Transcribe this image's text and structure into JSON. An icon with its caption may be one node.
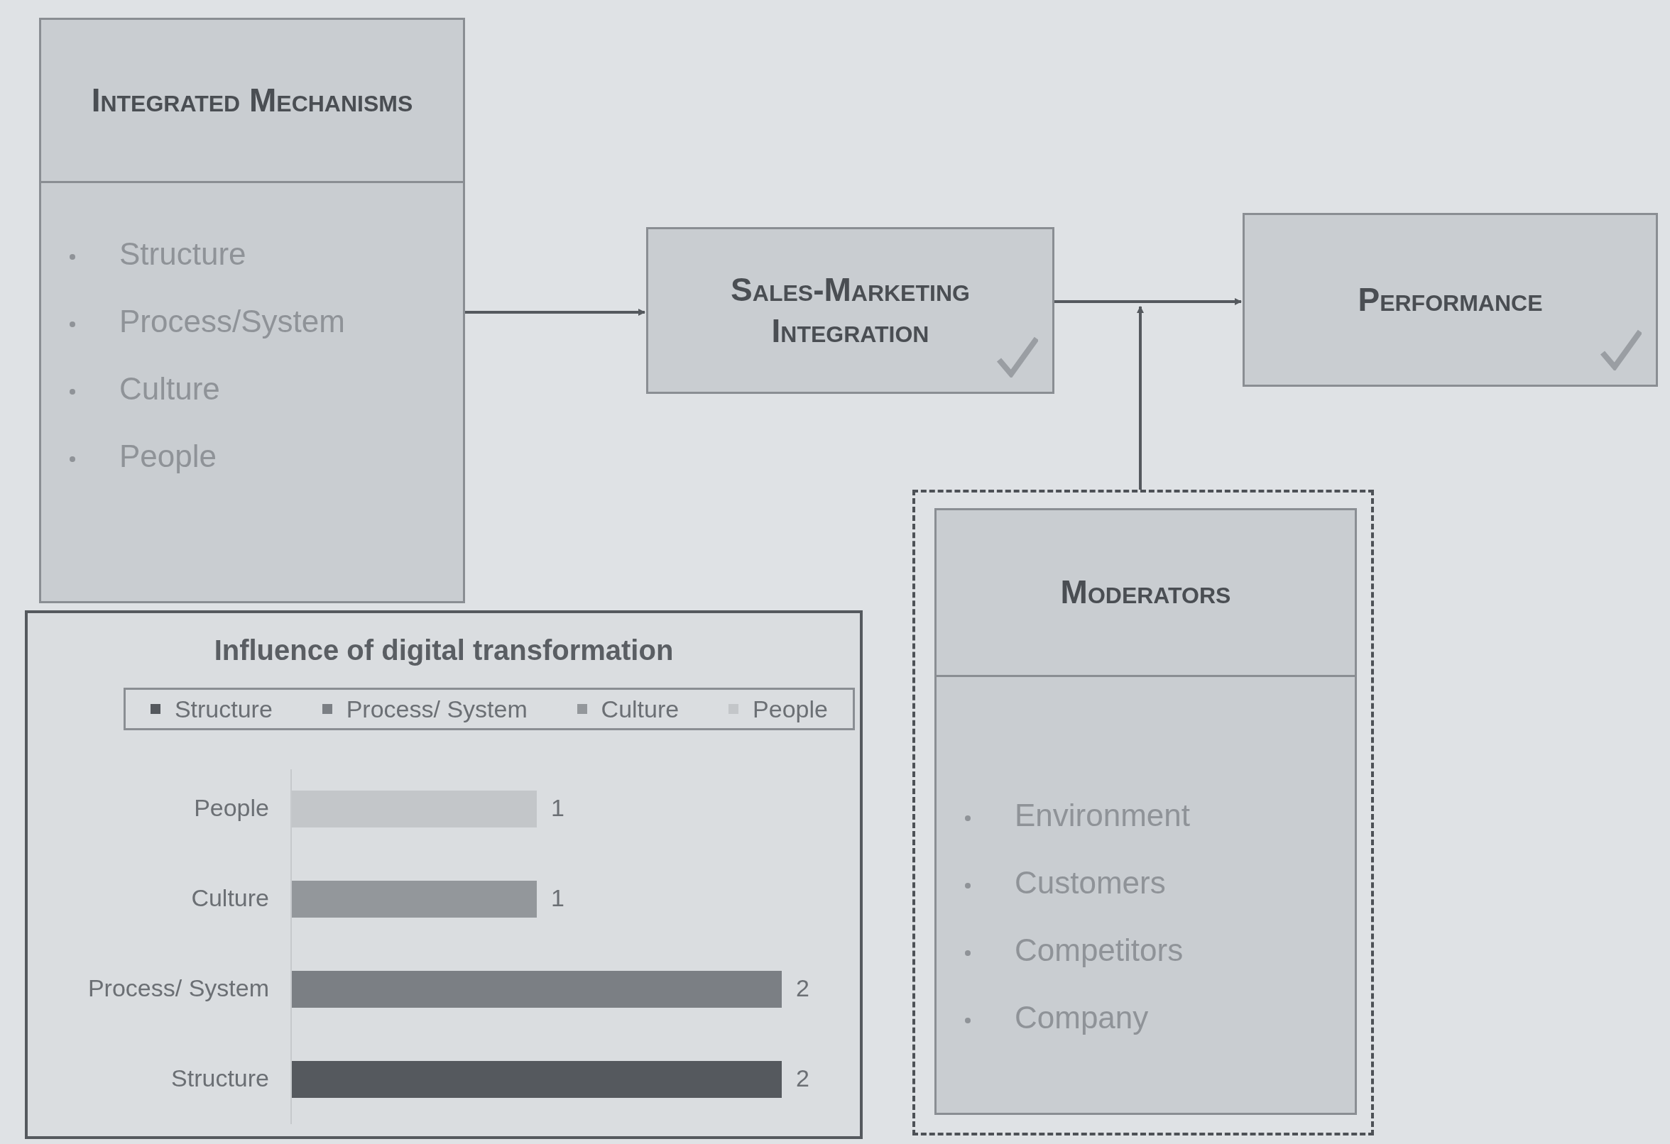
{
  "diagram": {
    "nodes": [
      {
        "text": [
          "Integrated Mechanisms",
          "Structure",
          "Process/System",
          "Culture",
          "People"
        ]
      },
      {
        "text": [
          "Sales-Marketing Integration"
        ]
      },
      {
        "text": [
          "Performance"
        ]
      },
      {
        "text": [],
        "shape": "box"
      },
      {
        "text": [
          "Moderators",
          "Environment",
          "Customers",
          "Competitors",
          "Company"
        ],
        "in": 3
      }
    ],
    "edges": [
      {
        "from": 0,
        "to": 1,
        "arrow": "to"
      },
      {
        "from": 1,
        "to": 2,
        "arrow": "to"
      },
      {
        "from": 3,
        "to": null,
        "arrow": "to"
      }
    ],
    "legend": [
      {
        "text": "Structure",
        "color": "#55595e"
      },
      {
        "text": "Process/ System",
        "color": "#7b7f84"
      },
      {
        "text": "Culture",
        "color": "#93979b"
      },
      {
        "text": "People",
        "color": "#c3c6c9"
      }
    ],
    "chart_data": {
      "type": "bar",
      "orientation": "horizontal",
      "title": "Influence of digital transformation",
      "categories": [
        "People",
        "Culture",
        "Process/ System",
        "Structure"
      ],
      "values": [
        1,
        1,
        2,
        2
      ],
      "data_labels": true
    }
  }
}
